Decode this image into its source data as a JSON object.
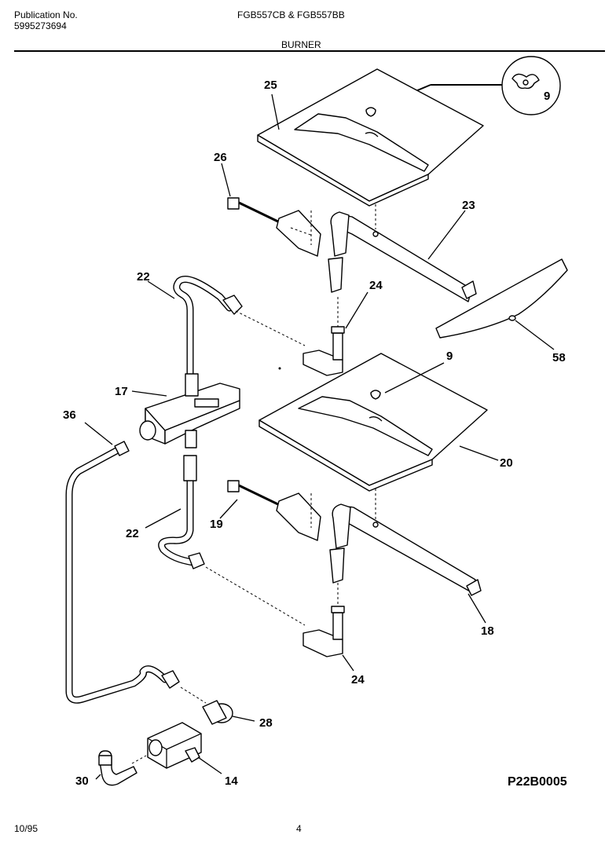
{
  "header": {
    "publication_label": "Publication No.",
    "publication_number": "5995273694",
    "models": "FGB557CB & FGB557BB",
    "section": "BURNER"
  },
  "footer": {
    "date": "10/95",
    "page": "4",
    "diagram_code": "P22B0005"
  },
  "callouts": {
    "c9_inset": "9",
    "c25": "25",
    "c26": "26",
    "c23": "23",
    "c22_top": "22",
    "c24_top": "24",
    "c58": "58",
    "c9": "9",
    "c17": "17",
    "c36": "36",
    "c20": "20",
    "c19": "19",
    "c22_bottom": "22",
    "c18": "18",
    "c24_bottom": "24",
    "c28": "28",
    "c30": "30",
    "c14": "14"
  }
}
